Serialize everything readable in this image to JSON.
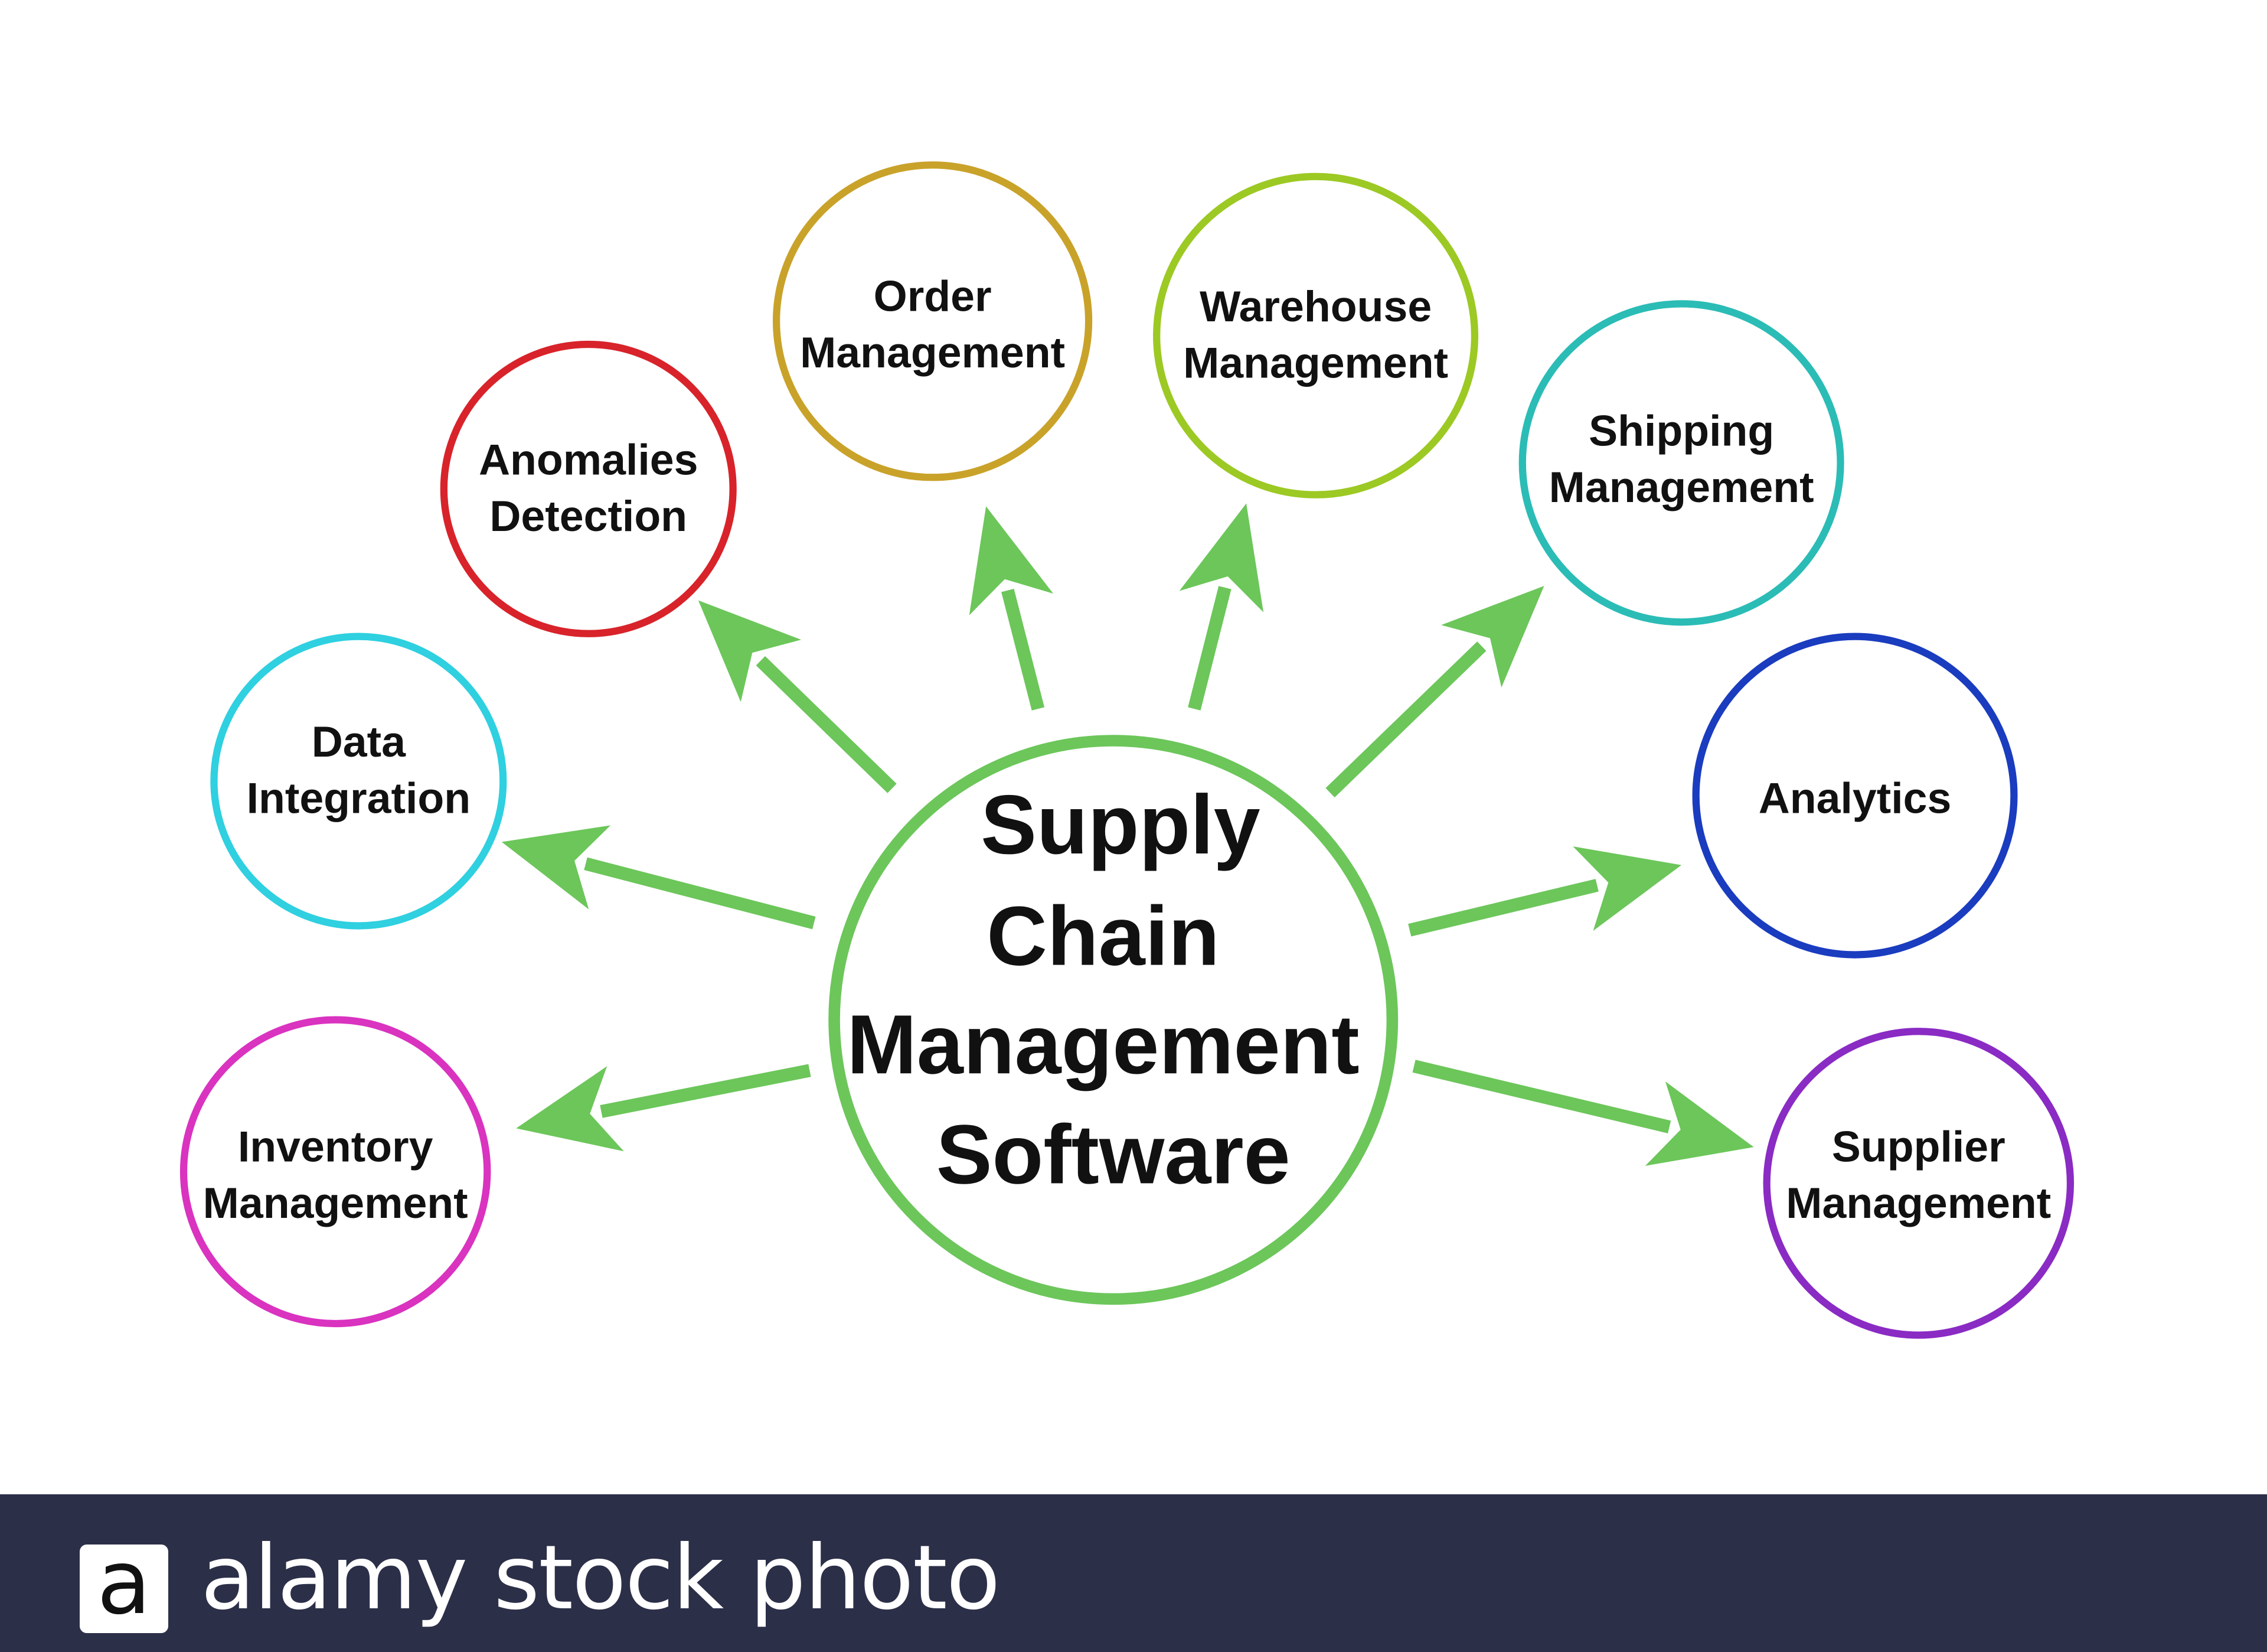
{
  "center": {
    "lines": [
      "Supply",
      "Chain",
      "Management",
      "Software"
    ],
    "color": "#6cc65a"
  },
  "arrow_color": "#6cc65a",
  "nodes": [
    {
      "id": "anomalies-detection",
      "lines": [
        "Anomalies",
        "Detection"
      ],
      "color": "#d8232a"
    },
    {
      "id": "order-management",
      "lines": [
        "Order",
        "Management"
      ],
      "color": "#c9a22a"
    },
    {
      "id": "warehouse-management",
      "lines": [
        "Warehouse",
        "Management"
      ],
      "color": "#9cc923"
    },
    {
      "id": "shipping-management",
      "lines": [
        "Shipping",
        "Management"
      ],
      "color": "#2bbcb6"
    },
    {
      "id": "analytics",
      "lines": [
        "Analytics"
      ],
      "color": "#1a3cbf"
    },
    {
      "id": "supplier-management",
      "lines": [
        "Supplier",
        "Management"
      ],
      "color": "#8a2bc4"
    },
    {
      "id": "data-integration",
      "lines": [
        "Data",
        "Integration"
      ],
      "color": "#2fd0e0"
    },
    {
      "id": "inventory-management",
      "lines": [
        "Inventory",
        "Management"
      ],
      "color": "#d933c0"
    }
  ],
  "footer": {
    "logo_letter": "a",
    "brand": "alamy stock photo",
    "background": "#2c2f48"
  }
}
